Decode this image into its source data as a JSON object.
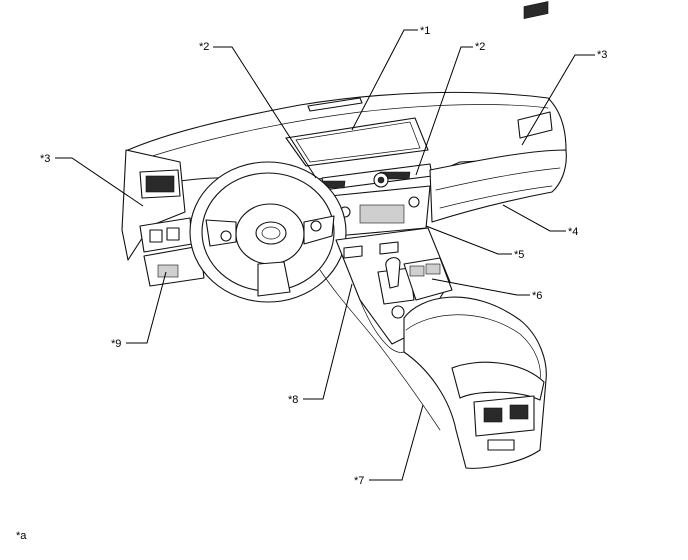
{
  "callouts": {
    "c1": "*1",
    "c2a": "*2",
    "c2b": "*2",
    "c3a": "*3",
    "c3b": "*3",
    "c4": "*4",
    "c5": "*5",
    "c6": "*6",
    "c7": "*7",
    "c8": "*8",
    "c9": "*9"
  },
  "legend_marker": "*a"
}
